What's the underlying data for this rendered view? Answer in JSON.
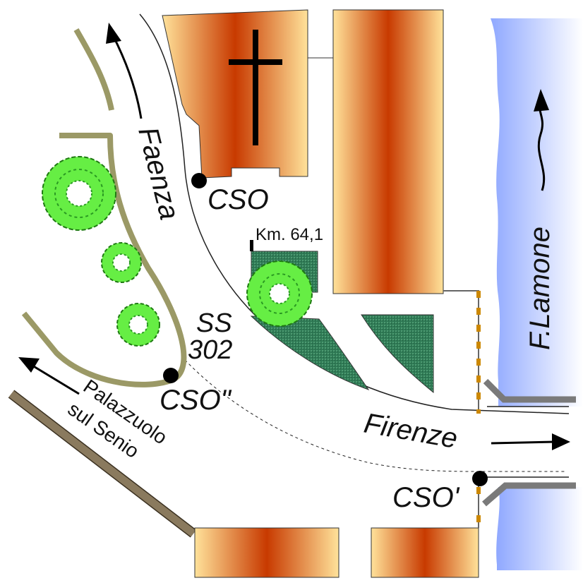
{
  "labels": {
    "north_road": "Faenza",
    "east_road": "Firenze",
    "southwest_road_line1": "Palazzuolo",
    "southwest_road_line2": "sul Senio",
    "state_road_line1": "SS",
    "state_road_line2": "302",
    "kilometre_marker": "Km. 64,1",
    "river": "F.Lamone"
  },
  "points": [
    {
      "id": "cso",
      "label": "CSO"
    },
    {
      "id": "cso-double-prime",
      "label": "CSO\""
    },
    {
      "id": "cso-prime",
      "label": "CSO'"
    }
  ],
  "colors": {
    "river": "#9db4ff",
    "building_edge": "#ffe29a",
    "building_center": "#c83a00",
    "green_area": "#2f7a55",
    "tree": "#66ee44",
    "path": "#9b9966",
    "rail": "#8a7a5e",
    "bridge": "#7a7a7a",
    "fence": "#cc8800"
  },
  "icons": {
    "church": "cross-icon",
    "trees": "tree-icon",
    "arrows": "arrow-icon"
  }
}
